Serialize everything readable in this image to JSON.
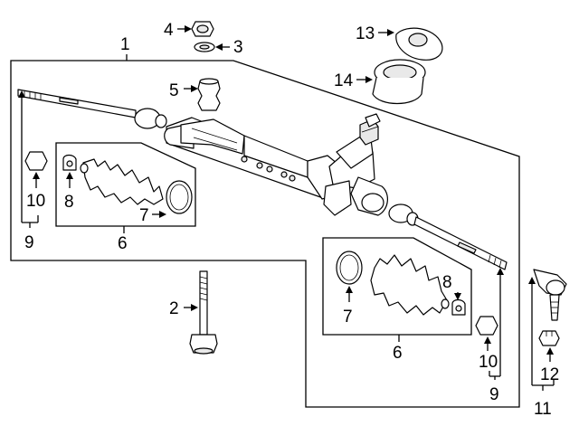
{
  "diagram": {
    "callouts": {
      "c1": "1",
      "c2": "2",
      "c3": "3",
      "c4": "4",
      "c5": "5",
      "c6_left": "6",
      "c6_right": "6",
      "c7_left": "7",
      "c7_right": "7",
      "c8_left": "8",
      "c8_right": "8",
      "c9_left": "9",
      "c9_right": "9",
      "c10_left": "10",
      "c10_right": "10",
      "c11": "11",
      "c12": "12",
      "c13": "13",
      "c14": "14"
    }
  }
}
